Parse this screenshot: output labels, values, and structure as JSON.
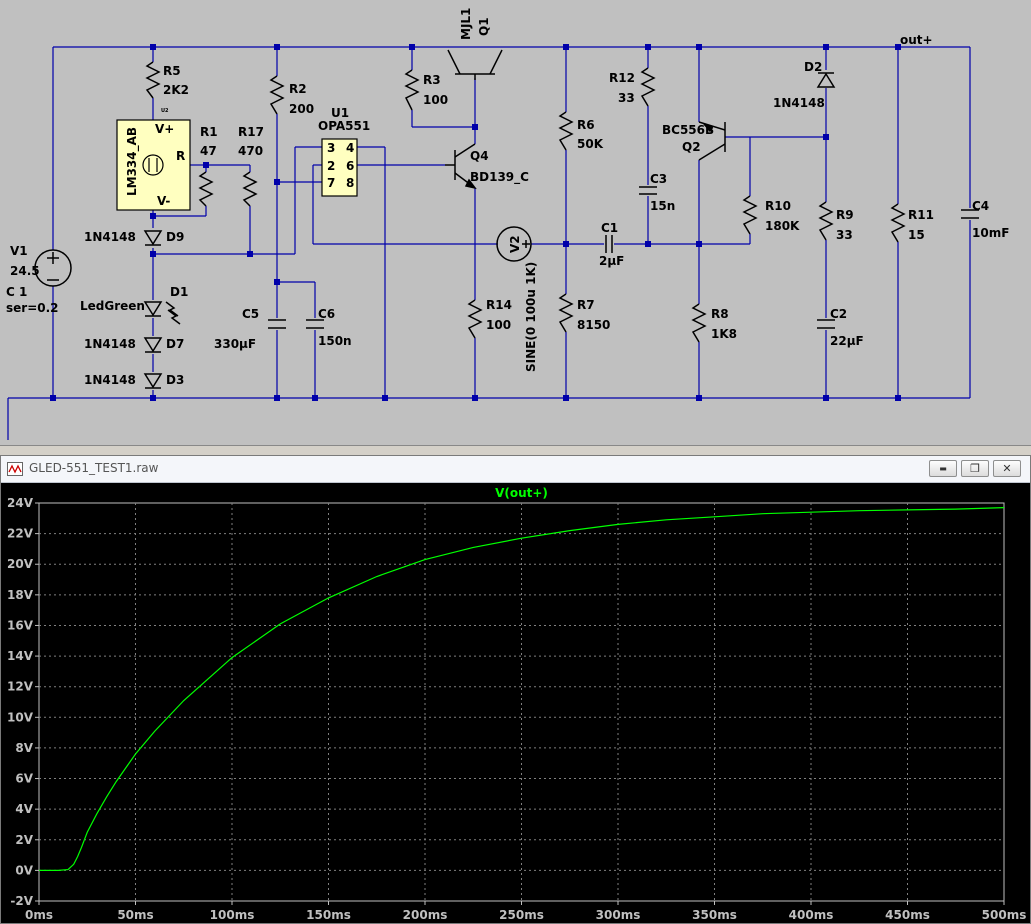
{
  "schematic": {
    "labels": {
      "q1_part": "MJL1",
      "q1_name": "Q1",
      "out_label": "out+",
      "r5_name": "R5",
      "r5_val": "2K2",
      "u2_tag": "U2",
      "lm334_part": "LM334_AB",
      "pin_vplus": "V+",
      "pin_r": "R",
      "pin_vminus": "V-",
      "r1_name": "R1",
      "r1_val": "47",
      "r17_name": "R17",
      "r17_val": "470",
      "r2_name": "R2",
      "r2_val": "200",
      "u1_name": "U1",
      "u1_part": "OPA551",
      "pin3": "3",
      "pin4": "4",
      "pin2": "2",
      "pin6": "6",
      "pin7": "7",
      "pin8": "8",
      "r3_name": "R3",
      "r3_val": "100",
      "q4_name": "Q4",
      "q4_part": "BD139_C",
      "r6_name": "R6",
      "r6_val": "50K",
      "r12_name": "R12",
      "r12_val": "33",
      "q2_part": "BC556B",
      "q2_name": "Q2",
      "d2_name": "D2",
      "d2_part": "1N4148",
      "c3_name": "C3",
      "c3_val": "15n",
      "r10_name": "R10",
      "r10_val": "180K",
      "r9_name": "R9",
      "r9_val": "33",
      "r11_name": "R11",
      "r11_val": "15",
      "c4_name": "C4",
      "c4_val": "10mF",
      "v1_name": "V1",
      "v1_val": "24.5",
      "v1_c": "C 1",
      "v1_ser": "ser=0.2",
      "d9_part": "1N4148",
      "d9_name": "D9",
      "v2_name": "V2",
      "c1_name": "C1",
      "c1_val": "2µF",
      "d1_part": "LedGreen",
      "d1_name": "D1",
      "c5_name": "C5",
      "c5_val": "330µF",
      "c6_name": "C6",
      "c6_val": "150n",
      "r14_name": "R14",
      "r14_val": "100",
      "v2_sine": "SINE(0 100u 1K)",
      "r7_name": "R7",
      "r7_val": "8150",
      "r8_name": "R8",
      "r8_val": "1K8",
      "c2_name": "C2",
      "c2_val": "22µF",
      "d7_part": "1N4148",
      "d7_name": "D7",
      "d3_part": "1N4148",
      "d3_name": "D3"
    }
  },
  "window": {
    "title": "GLED-551_TEST1.raw",
    "min_glyph": "▬",
    "restore_glyph": "❐",
    "close_glyph": "✕"
  },
  "chart_data": {
    "type": "line",
    "title": "V(out+)",
    "xlabel": "",
    "ylabel": "",
    "x_ticks": [
      "0ms",
      "50ms",
      "100ms",
      "150ms",
      "200ms",
      "250ms",
      "300ms",
      "350ms",
      "400ms",
      "450ms",
      "500ms"
    ],
    "y_ticks": [
      "-2V",
      "0V",
      "2V",
      "4V",
      "6V",
      "8V",
      "10V",
      "12V",
      "14V",
      "16V",
      "18V",
      "20V",
      "22V",
      "24V"
    ],
    "xlim": [
      0,
      500
    ],
    "ylim": [
      -2,
      24
    ],
    "grid": true,
    "series": [
      {
        "name": "V(out+)",
        "color": "#00ff00",
        "x": [
          0,
          10,
          15,
          18,
          20,
          22,
          25,
          30,
          35,
          40,
          50,
          60,
          75,
          100,
          125,
          150,
          175,
          200,
          225,
          250,
          275,
          300,
          325,
          350,
          375,
          400,
          425,
          450,
          475,
          500
        ],
        "y": [
          0,
          0,
          0.05,
          0.4,
          0.9,
          1.5,
          2.5,
          3.7,
          4.8,
          5.8,
          7.6,
          9.1,
          11.1,
          13.9,
          16.1,
          17.8,
          19.2,
          20.3,
          21.1,
          21.7,
          22.2,
          22.6,
          22.9,
          23.1,
          23.3,
          23.4,
          23.5,
          23.55,
          23.6,
          23.7
        ]
      }
    ]
  }
}
